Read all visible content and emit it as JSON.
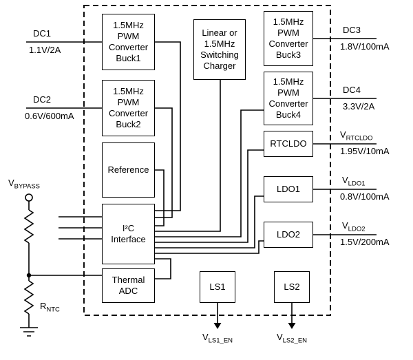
{
  "colors": {
    "line": "#000000",
    "background": "#ffffff"
  },
  "blocks": {
    "buck1": "1.5MHz\nPWM\nConverter\nBuck1",
    "buck2": "1.5MHz\nPWM\nConverter\nBuck2",
    "buck3": "1.5MHz\nPWM\nConverter\nBuck3",
    "buck4": "1.5MHz\nPWM\nConverter\nBuck4",
    "charger": "Linear or\n1.5MHz\nSwitching\nCharger",
    "reference": "Reference",
    "i2c": "I²C\nInterface",
    "thermal_adc": "Thermal\nADC",
    "rtcldo": "RTCLDO",
    "ldo1": "LDO1",
    "ldo2": "LDO2",
    "ls1": "LS1",
    "ls2": "LS2"
  },
  "ports": {
    "dc1": {
      "name": "DC1",
      "value": "1.1V/2A"
    },
    "dc2": {
      "name": "DC2",
      "value": "0.6V/600mA"
    },
    "dc3": {
      "name": "DC3",
      "value": "1.8V/100mA"
    },
    "dc4": {
      "name": "DC4",
      "value": "3.3V/2A"
    },
    "vrtcldo": {
      "main": "V",
      "sub": "RTCLDO",
      "value": "1.95V/10mA"
    },
    "vldo1": {
      "main": "V",
      "sub": "LDO1",
      "value": "0.8V/100mA"
    },
    "vldo2": {
      "main": "V",
      "sub": "LDO2",
      "value": "1.5V/200mA"
    },
    "vls1_en": {
      "main": "V",
      "sub": "LS1_EN"
    },
    "vls2_en": {
      "main": "V",
      "sub": "LS2_EN"
    },
    "vbypass": {
      "main": "V",
      "sub": "BYPASS"
    },
    "rntc": {
      "main": "R",
      "sub": "NTC"
    }
  }
}
